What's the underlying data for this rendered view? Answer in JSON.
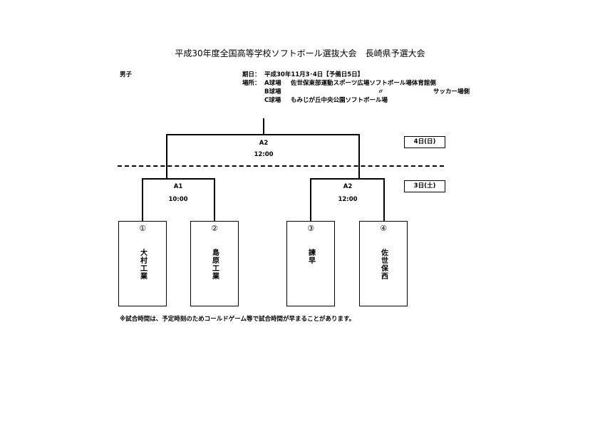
{
  "title": "平成30年度全国高等学校ソフトボール選抜大会　長崎県予選大会",
  "category": "男子",
  "info": {
    "date_label": "期日：",
    "date_value": "平成30年11月3･4日【予備日5日】",
    "place_label": "場所：",
    "venues": [
      {
        "label": "A球場",
        "value": "佐世保東部運動スポーツ広場ソフトボール場体育館側"
      },
      {
        "label": "B球場",
        "value": "〃",
        "extra": "サッカー場側"
      },
      {
        "label": "C球場",
        "value": "もみじが丘中央公園ソフトボール場"
      }
    ]
  },
  "days": {
    "day4": "4日(日)",
    "day3": "3日(土)"
  },
  "matches": {
    "final": {
      "venue": "A2",
      "time": "12:00"
    },
    "semi_left": {
      "venue": "A1",
      "time": "10:00"
    },
    "semi_right": {
      "venue": "A2",
      "time": "12:00"
    }
  },
  "teams": [
    {
      "num": "①",
      "name": "大村工業"
    },
    {
      "num": "②",
      "name": "島原工業"
    },
    {
      "num": "③",
      "name": "諫早"
    },
    {
      "num": "④",
      "name": "佐世保西"
    }
  ],
  "note": "※試合時間は、予定時刻のためコールドゲーム等で試合時間が早まることがあります。"
}
